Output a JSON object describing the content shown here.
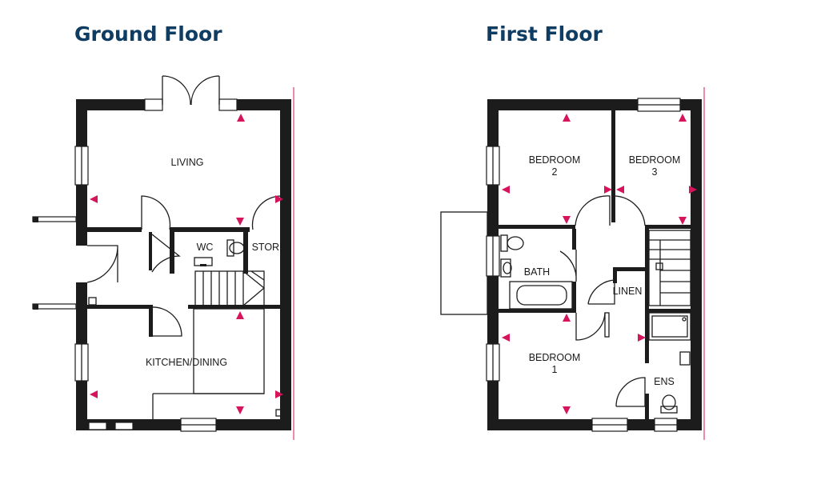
{
  "colors": {
    "heading": "#0f3c63",
    "marker": "#d6145c",
    "wall": "#1c1c1c"
  },
  "ground_floor": {
    "title": "Ground Floor",
    "rooms": {
      "living": "LIVING",
      "wc": "WC",
      "store": "STORE",
      "kitchen": "KITCHEN/DINING"
    }
  },
  "first_floor": {
    "title": "First Floor",
    "rooms": {
      "bedroom2_name": "BEDROOM",
      "bedroom2_num": "2",
      "bedroom3_name": "BEDROOM",
      "bedroom3_num": "3",
      "bath": "BATH",
      "linen": "LINEN",
      "bedroom1_name": "BEDROOM",
      "bedroom1_num": "1",
      "ens": "ENS"
    }
  },
  "icons": {
    "marker": "measurement-arrow-icon",
    "toilet": "toilet-icon",
    "basin": "basin-icon",
    "bath": "bath-icon",
    "shower": "shower-tray-icon",
    "door": "door-swing-icon",
    "window": "window-icon",
    "stairs": "staircase-icon"
  }
}
